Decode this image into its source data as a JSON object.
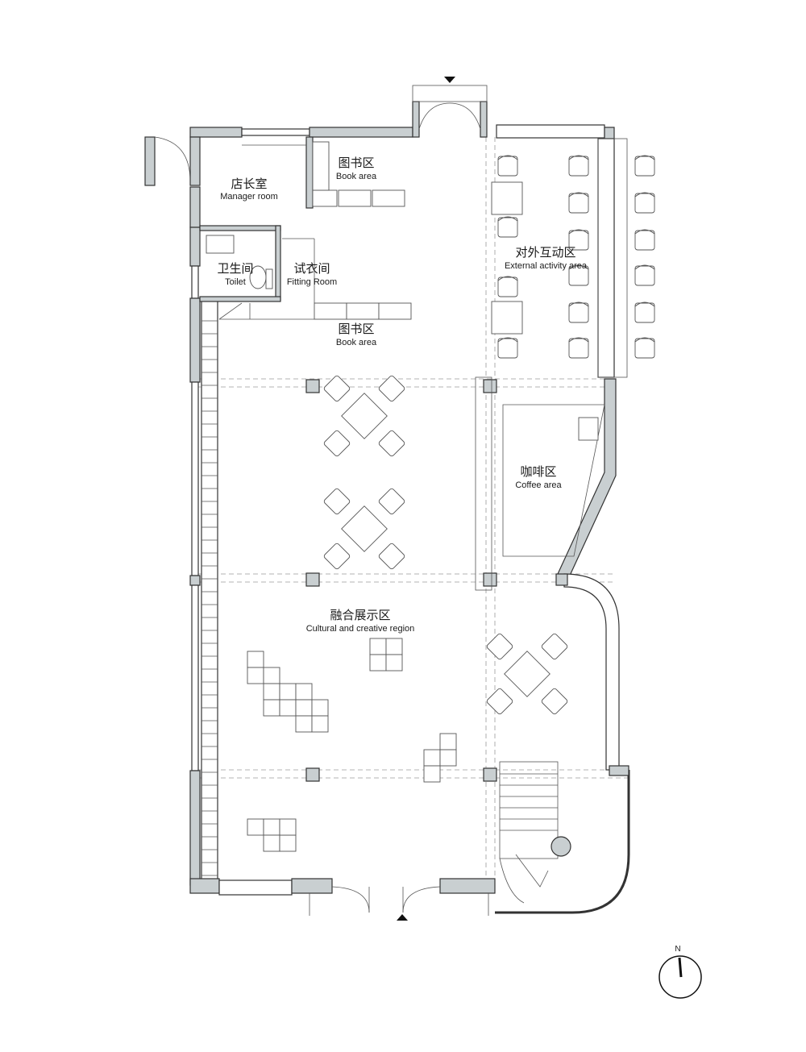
{
  "labels": {
    "manager_zh": "店长室",
    "manager_en": "Manager room",
    "book1_zh": "图书区",
    "book1_en": "Book area",
    "toilet_zh": "卫生间",
    "toilet_en": "Toilet",
    "fitting_zh": "试衣间",
    "fitting_en": "Fitting Room",
    "book2_zh": "图书区",
    "book2_en": "Book area",
    "external_zh": "对外互动区",
    "external_en": "External activity area",
    "coffee_zh": "咖啡区",
    "coffee_en": "Coffee area",
    "cultural_zh": "融合展示区",
    "cultural_en": "Cultural and creative region"
  },
  "compass": {
    "label": "N"
  }
}
